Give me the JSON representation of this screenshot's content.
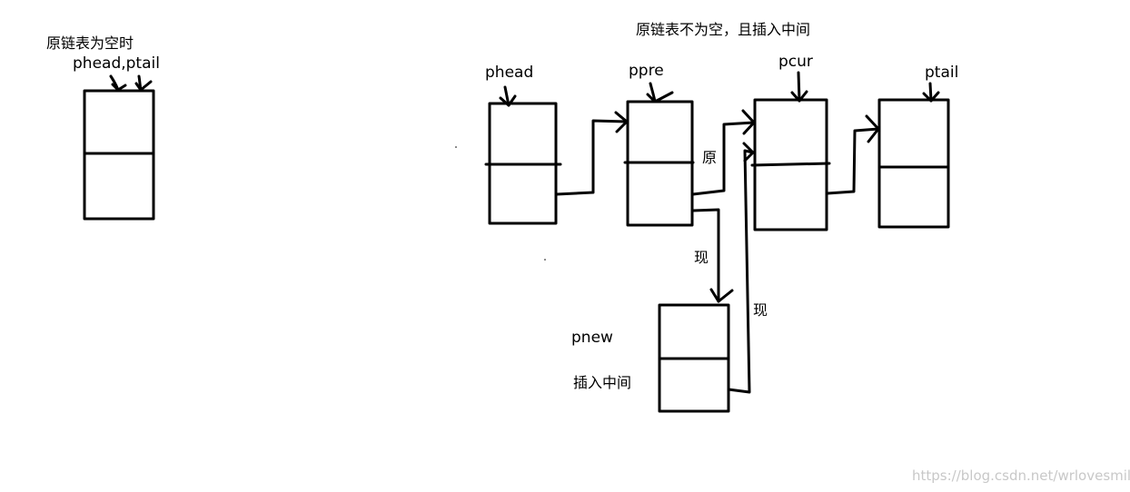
{
  "left_diagram": {
    "title": "原链表为空时",
    "pointer_label": "phead,ptail"
  },
  "right_diagram": {
    "title": "原链表不为空，且插入中间",
    "nodes": {
      "phead": "phead",
      "ppre": "ppre",
      "pcur": "pcur",
      "ptail": "ptail",
      "pnew": "pnew"
    },
    "edge_labels": {
      "original": "原",
      "now_1": "现",
      "now_2": "现"
    },
    "insert_label": "插入中间"
  },
  "watermark": "https://blog.csdn.net/wrlovesmile",
  "colors": {
    "stroke": "#000000",
    "watermark": "#c8c8c8"
  }
}
